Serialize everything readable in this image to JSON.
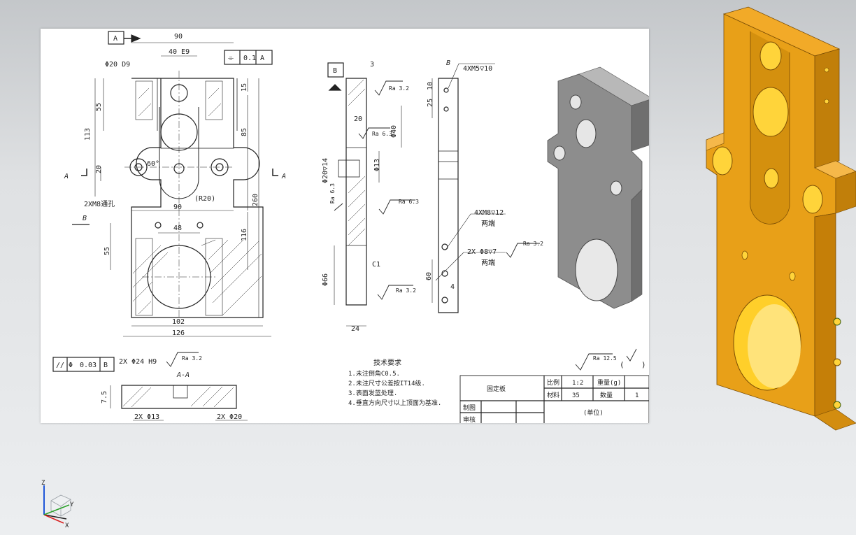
{
  "colors": {
    "part": "#e39a0c",
    "part_dark": "#b87408",
    "part_light": "#f5b12a",
    "hole": "#ffd400",
    "drawing_line": "#222222"
  },
  "drawing": {
    "datum_a": "A",
    "datum_b": "B",
    "dims": {
      "w90": "90",
      "w40e9": "40 E9",
      "d20d9": "Φ20 D9",
      "v55a": "55",
      "v113": "113",
      "v15": "15",
      "v85": "85",
      "v20": "20",
      "v260": "260",
      "v116": "116",
      "v55b": "55",
      "v48": "48",
      "w90b": "90",
      "w102": "102",
      "w126": "126",
      "r20": "(R20)",
      "ang60": "60°",
      "m8thru": "2XM8通孔",
      "side_3": "3",
      "side_20": "20",
      "side_d40": "Φ40",
      "side_d13": "Φ13",
      "side_d20": "Φ20▽14",
      "side_d66": "Φ66",
      "side_24": "24",
      "side_c1": "C1",
      "ra32a": "Ra 3.2",
      "ra63a": "Ra 6.3",
      "ra63b": "Ra 6.3",
      "ra63c": "Ra 6.3",
      "ra32b": "Ra 3.2",
      "m5": "4XM5▽10",
      "v10": "10",
      "v25": "25",
      "m8": "4XM8▽12",
      "both1": "两端",
      "d8": "2X Φ8▽7",
      "both2": "两端",
      "ra32c": "Ra 3.2",
      "v60": "60",
      "v4": "4",
      "sec_title": "A-A",
      "d24": "2X Φ24 H9",
      "ra32d": "Ra 3.2",
      "v75": "7.5",
      "d13": "2X Φ13",
      "d20b": "2X Φ20",
      "b_label": "B",
      "view_a": "A",
      "view_a2": "A"
    },
    "fcf_flat": {
      "sym": "⌯",
      "tol": "0.1",
      "datum": "A"
    },
    "fcf_par": {
      "sym": "//",
      "dia": "Φ",
      "tol": "0.03",
      "datum": "B"
    },
    "notes": {
      "title": "技术要求",
      "lines": [
        "1.未注倒角C0.5.",
        "2.未注尺寸公差按IT14级.",
        "3.表面发蓝处理.",
        "4.垂直方向尺寸以上顶面为基准."
      ]
    },
    "general_ra": "Ra 12.5",
    "title_block": {
      "part_name": "固定板",
      "scale_label": "比例",
      "scale": "1:2",
      "weight_label": "重量(g)",
      "material_label": "材料",
      "material": "35",
      "qty_label": "数量",
      "qty": "1",
      "drawn": "制图",
      "checked": "审核",
      "unit": "(单位)"
    }
  },
  "triad": {
    "z": "Z",
    "y": "Y",
    "x": "X"
  }
}
